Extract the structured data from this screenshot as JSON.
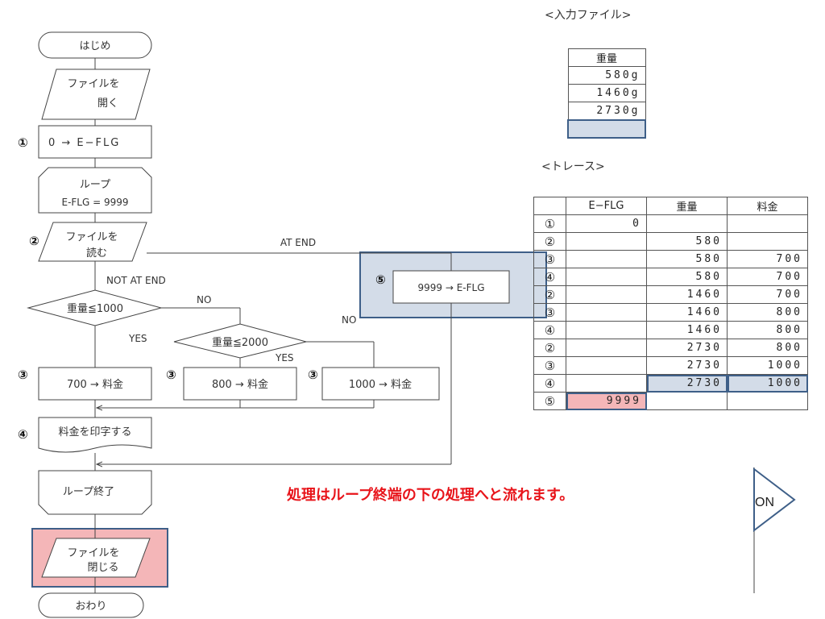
{
  "flowchart": {
    "start": "はじめ",
    "open_file_1": "ファイルを",
    "open_file_2": "開く",
    "init": "0 → E−FLG",
    "loop_start_1": "ループ",
    "loop_start_2": "E-FLG = 9999",
    "read_file_1": "ファイルを",
    "read_file_2": "読む",
    "at_end": "AT END",
    "not_at_end": "NOT AT END",
    "set_flag": "9999 → E-FLG",
    "cond1": "重量≦1000",
    "cond2": "重量≦2000",
    "no1": "NO",
    "no2": "NO",
    "yes1": "YES",
    "yes2": "YES",
    "fee1": "700 → 料金",
    "fee2": "800 → 料金",
    "fee3": "1000 → 料金",
    "print": "料金を印字する",
    "loop_end": "ループ終了",
    "close_file_1": "ファイルを",
    "close_file_2": "閉じる",
    "end": "おわり",
    "step_markers": {
      "s1": "①",
      "s2": "②",
      "s3a": "③",
      "s3b": "③",
      "s3c": "③",
      "s4": "④",
      "s5": "⑤"
    }
  },
  "input_file": {
    "caption": "<入力ファイル>",
    "header": "重量",
    "rows": [
      "580g",
      "1460g",
      "2730g",
      ""
    ]
  },
  "trace": {
    "caption": "<トレース>",
    "headers": [
      "",
      "E−FLG",
      "重量",
      "料金"
    ],
    "rows": [
      [
        "①",
        "0",
        "",
        ""
      ],
      [
        "②",
        "",
        "580",
        ""
      ],
      [
        "③",
        "",
        "580",
        "700"
      ],
      [
        "④",
        "",
        "580",
        "700"
      ],
      [
        "②",
        "",
        "1460",
        "700"
      ],
      [
        "③",
        "",
        "1460",
        "800"
      ],
      [
        "④",
        "",
        "1460",
        "800"
      ],
      [
        "②",
        "",
        "2730",
        "800"
      ],
      [
        "③",
        "",
        "2730",
        "1000"
      ],
      [
        "④",
        "",
        "2730",
        "1000"
      ],
      [
        "⑤",
        "9999",
        "",
        ""
      ]
    ]
  },
  "message": "処理はループ終端の下の処理へと流れます。",
  "flag_label": "ON",
  "colors": {
    "highlight_blue": "#d3dce8",
    "highlight_red": "#f4b6b8",
    "border_blue": "#3e5f88",
    "message_red": "#e8141a"
  }
}
